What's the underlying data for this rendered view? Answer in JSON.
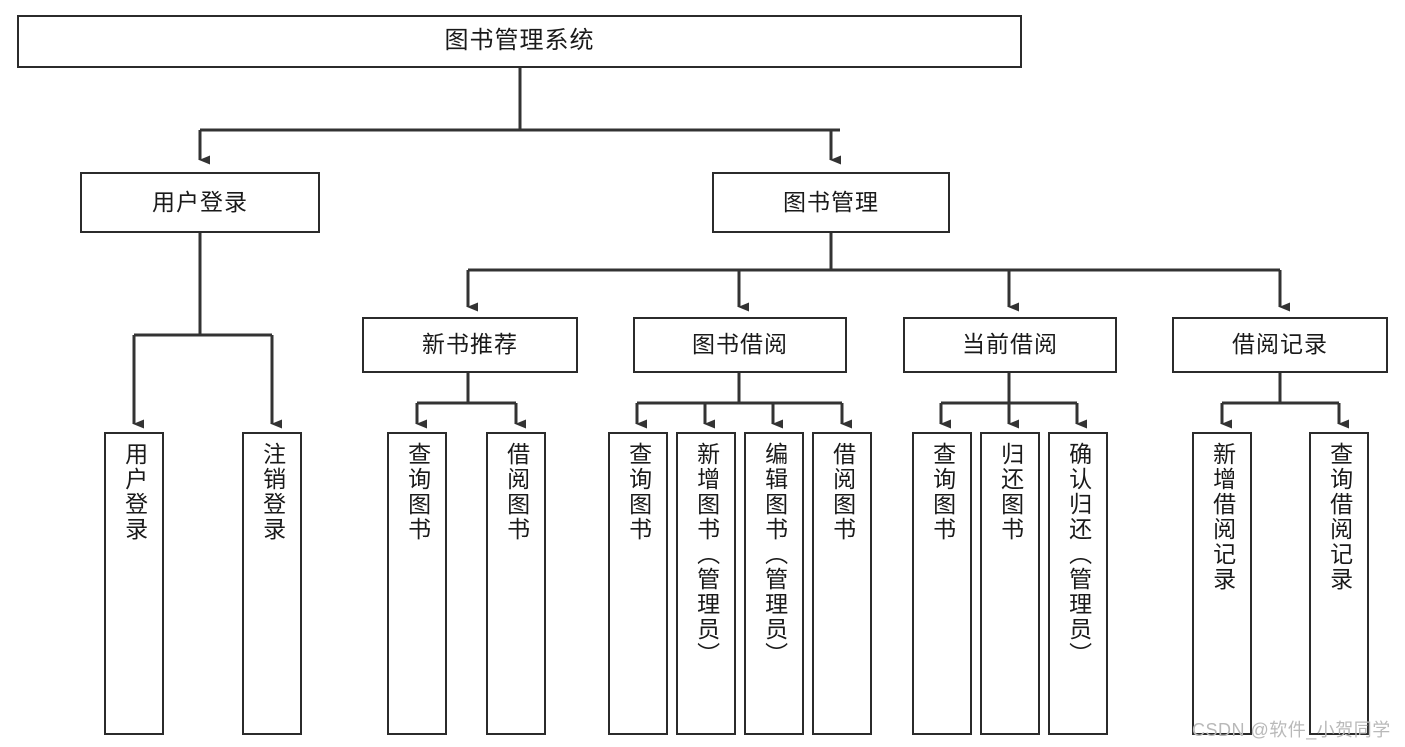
{
  "diagram": {
    "title": "图书管理系统",
    "type": "功能结构图",
    "watermark": "CSDN @软件_小贺同学",
    "colors": {
      "border": "#2b2b2b",
      "background": "#ffffff",
      "text": "#1a1a1a",
      "connector": "#333333",
      "watermark": "#b9b9b9"
    },
    "nodes": {
      "root": {
        "label": "图书管理系统",
        "level": 1
      },
      "user_login": {
        "label": "用户登录",
        "level": 2
      },
      "book_manage": {
        "label": "图书管理",
        "level": 2
      },
      "new_book_rec": {
        "label": "新书推荐",
        "level": 3
      },
      "book_borrow": {
        "label": "图书借阅",
        "level": 3
      },
      "current_borrow": {
        "label": "当前借阅",
        "level": 3
      },
      "borrow_record": {
        "label": "借阅记录",
        "level": 3
      },
      "leaf_user_login": {
        "label": "用户登录",
        "level": 3
      },
      "leaf_logout": {
        "label": "注销登录",
        "level": 3
      },
      "leaf_query_book_1": {
        "label": "查询图书",
        "level": 4
      },
      "leaf_borrow_book_1": {
        "label": "借阅图书",
        "level": 4
      },
      "leaf_query_book_2": {
        "label": "查询图书",
        "level": 4
      },
      "leaf_add_book": {
        "label": "新增图书（管理员）",
        "level": 4
      },
      "leaf_edit_book": {
        "label": "编辑图书（管理员）",
        "level": 4
      },
      "leaf_borrow_book_2": {
        "label": "借阅图书",
        "level": 4
      },
      "leaf_query_book_3": {
        "label": "查询图书",
        "level": 4
      },
      "leaf_return_book": {
        "label": "归还图书",
        "level": 4
      },
      "leaf_confirm_return": {
        "label": "确认归还（管理员）",
        "level": 4
      },
      "leaf_add_record": {
        "label": "新增借阅记录",
        "level": 4
      },
      "leaf_query_record": {
        "label": "查询借阅记录",
        "level": 4
      }
    },
    "edges": [
      {
        "from": "root",
        "to": "user_login"
      },
      {
        "from": "root",
        "to": "book_manage"
      },
      {
        "from": "user_login",
        "to": "leaf_user_login"
      },
      {
        "from": "user_login",
        "to": "leaf_logout"
      },
      {
        "from": "book_manage",
        "to": "new_book_rec"
      },
      {
        "from": "book_manage",
        "to": "book_borrow"
      },
      {
        "from": "book_manage",
        "to": "current_borrow"
      },
      {
        "from": "book_manage",
        "to": "borrow_record"
      },
      {
        "from": "new_book_rec",
        "to": "leaf_query_book_1"
      },
      {
        "from": "new_book_rec",
        "to": "leaf_borrow_book_1"
      },
      {
        "from": "book_borrow",
        "to": "leaf_query_book_2"
      },
      {
        "from": "book_borrow",
        "to": "leaf_add_book"
      },
      {
        "from": "book_borrow",
        "to": "leaf_edit_book"
      },
      {
        "from": "book_borrow",
        "to": "leaf_borrow_book_2"
      },
      {
        "from": "current_borrow",
        "to": "leaf_query_book_3"
      },
      {
        "from": "current_borrow",
        "to": "leaf_return_book"
      },
      {
        "from": "current_borrow",
        "to": "leaf_confirm_return"
      },
      {
        "from": "borrow_record",
        "to": "leaf_add_record"
      },
      {
        "from": "borrow_record",
        "to": "leaf_query_record"
      }
    ]
  }
}
